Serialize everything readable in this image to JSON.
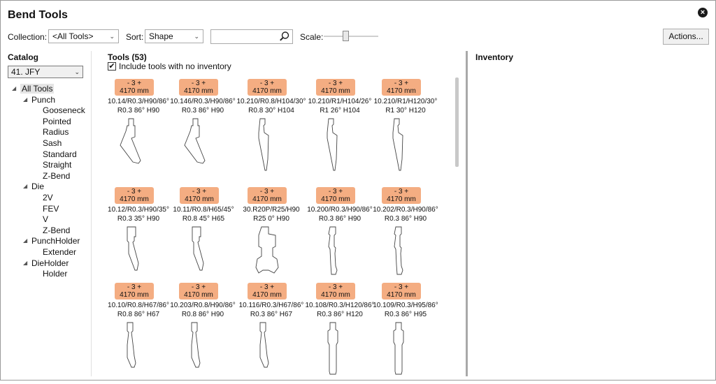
{
  "window": {
    "title": "Bend Tools",
    "close_icon": "close-icon"
  },
  "toolbar": {
    "collection_label": "Collection:",
    "collection_value": "<All Tools>",
    "sort_label": "Sort:",
    "sort_value": "Shape",
    "search_value": "",
    "scale_label": "Scale:",
    "scale_level": 0.38,
    "actions_label": "Actions..."
  },
  "catalog": {
    "heading": "Catalog",
    "selected": "41. JFY",
    "tree": [
      {
        "label": "All Tools",
        "level": 0,
        "expanded": true,
        "selected": true
      },
      {
        "label": "Punch",
        "level": 1,
        "expanded": true
      },
      {
        "label": "Gooseneck",
        "level": 2
      },
      {
        "label": "Pointed",
        "level": 2
      },
      {
        "label": "Radius",
        "level": 2
      },
      {
        "label": "Sash",
        "level": 2
      },
      {
        "label": "Standard",
        "level": 2
      },
      {
        "label": "Straight",
        "level": 2
      },
      {
        "label": "Z-Bend",
        "level": 2
      },
      {
        "label": "Die",
        "level": 1,
        "expanded": true
      },
      {
        "label": "2V",
        "level": 2
      },
      {
        "label": "FEV",
        "level": 2
      },
      {
        "label": "V",
        "level": 2
      },
      {
        "label": "Z-Bend",
        "level": 2
      },
      {
        "label": "PunchHolder",
        "level": 1,
        "expanded": true
      },
      {
        "label": "Extender",
        "level": 2
      },
      {
        "label": "DieHolder",
        "level": 1,
        "expanded": true
      },
      {
        "label": "Holder",
        "level": 2
      }
    ]
  },
  "tools": {
    "heading": "Tools (53)",
    "include_label": "Include tools with no inventory",
    "include_checked": true,
    "items": [
      {
        "stepper": "-  3  +",
        "length": "4170 mm",
        "name": "10.14/R0.3/H90/86°",
        "spec": "R0.3  86°  H90",
        "shape": "goose"
      },
      {
        "stepper": "-  3  +",
        "length": "4170 mm",
        "name": "10.146/R0.3/H90/86°",
        "spec": "R0.3  86°  H90",
        "shape": "goose"
      },
      {
        "stepper": "-  3  +",
        "length": "4170 mm",
        "name": "10.210/R0.8/H104/30°",
        "spec": "R0.8  30°  H104",
        "shape": "pointed"
      },
      {
        "stepper": "-  3  +",
        "length": "4170 mm",
        "name": "10.210/R1/H104/26°",
        "spec": "R1  26°  H104",
        "shape": "pointed"
      },
      {
        "stepper": "-  3  +",
        "length": "4170 mm",
        "name": "10.210/R1/H120/30°",
        "spec": "R1  30°  H120",
        "shape": "pointed"
      },
      {
        "stepper": "-  3  +",
        "length": "4170 mm",
        "name": "10.12/R0.3/H90/35°",
        "spec": "R0.3  35°  H90",
        "shape": "sash"
      },
      {
        "stepper": "-  3  +",
        "length": "4170 mm",
        "name": "10.11/R0.8/H65/45°",
        "spec": "R0.8  45°  H65",
        "shape": "sash"
      },
      {
        "stepper": "-  3  +",
        "length": "4170 mm",
        "name": "30.R20P/R25/H90",
        "spec": "R25  0°  H90",
        "shape": "radius"
      },
      {
        "stepper": "-  3  +",
        "length": "4170 mm",
        "name": "10.200/R0.3/H90/86°",
        "spec": "R0.3  86°  H90",
        "shape": "hook"
      },
      {
        "stepper": "-  3  +",
        "length": "4170 mm",
        "name": "10.202/R0.3/H90/86°",
        "spec": "R0.3  86°  H90",
        "shape": "hook"
      },
      {
        "stepper": "-  3  +",
        "length": "4170 mm",
        "name": "10.10/R0.8/H67/86°",
        "spec": "R0.8  86°  H67",
        "shape": "standard"
      },
      {
        "stepper": "-  3  +",
        "length": "4170 mm",
        "name": "10.203/R0.8/H90/86°",
        "spec": "R0.8  86°  H90",
        "shape": "standard"
      },
      {
        "stepper": "-  3  +",
        "length": "4170 mm",
        "name": "10.116/R0.3/H67/86°",
        "spec": "R0.3  86°  H67",
        "shape": "standard"
      },
      {
        "stepper": "-  3  +",
        "length": "4170 mm",
        "name": "10.108/R0.3/H120/86°",
        "spec": "R0.3  86°  H120",
        "shape": "straight"
      },
      {
        "stepper": "-  3  +",
        "length": "4170 mm",
        "name": "10.109/R0.3/H95/86°",
        "spec": "R0.3  86°  H95",
        "shape": "straight"
      }
    ]
  },
  "inventory": {
    "heading": "Inventory"
  },
  "colors": {
    "badge": "#f4ad82",
    "divider": "#a9a9a9"
  }
}
